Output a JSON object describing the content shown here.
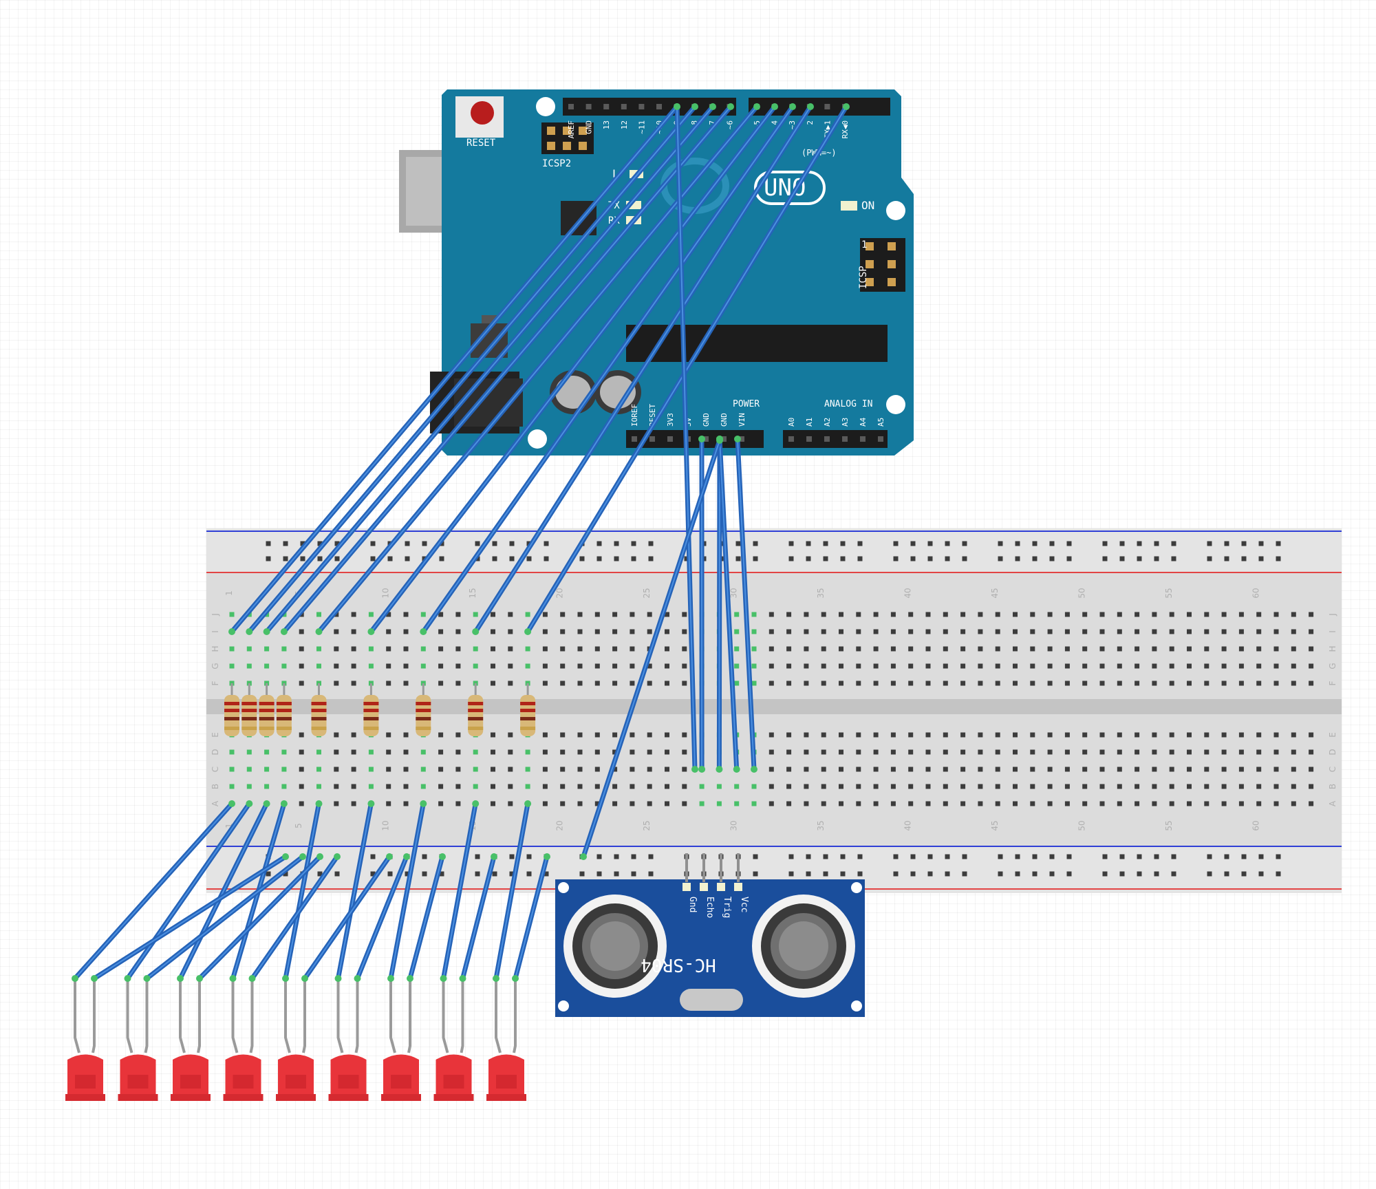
{
  "arduino": {
    "reset_label": "RESET",
    "icsp2_label": "ICSP2",
    "icsp_label": "ICSP",
    "icsp_pin1": "1",
    "uno_label": "UNO",
    "on_label": "ON",
    "l_label": "L",
    "tx_label": "TX",
    "rx_label": "RX",
    "pwm_label": "(PWM=~)",
    "power_label": "POWER",
    "analog_label": "ANALOG IN",
    "top_pins": [
      "AREF",
      "GND",
      "13",
      "12",
      "~11",
      "~10",
      "~9",
      "8",
      "7",
      "~6",
      "~5",
      "4",
      "~3",
      "2",
      "TX▶1",
      "RX◀0"
    ],
    "bottom_power_pins": [
      "IOREF",
      "RESET",
      "3V3",
      "5V",
      "GND",
      "GND",
      "VIN"
    ],
    "bottom_analog_pins": [
      "A0",
      "A1",
      "A2",
      "A3",
      "A4",
      "A5"
    ]
  },
  "breadboard": {
    "row_letters_top": [
      "J",
      "I",
      "H",
      "G",
      "F"
    ],
    "row_letters_bottom": [
      "E",
      "D",
      "C",
      "B",
      "A"
    ],
    "column_numbers": [
      "1",
      "5",
      "10",
      "15",
      "20",
      "25",
      "30",
      "35",
      "40",
      "45",
      "50",
      "55",
      "60"
    ]
  },
  "sensor": {
    "model": "HC-SR04",
    "pins": [
      "Gnd",
      "Echo",
      "Trig",
      "Vcc"
    ]
  },
  "leds": {
    "count": 9
  },
  "resistors": {
    "count": 9
  },
  "colors": {
    "arduino_board": "#147a9e",
    "sensor_board": "#1a4e9c",
    "wire": "#2563b8",
    "led": "#e8343a",
    "breadboard": "#dcdcdc"
  }
}
